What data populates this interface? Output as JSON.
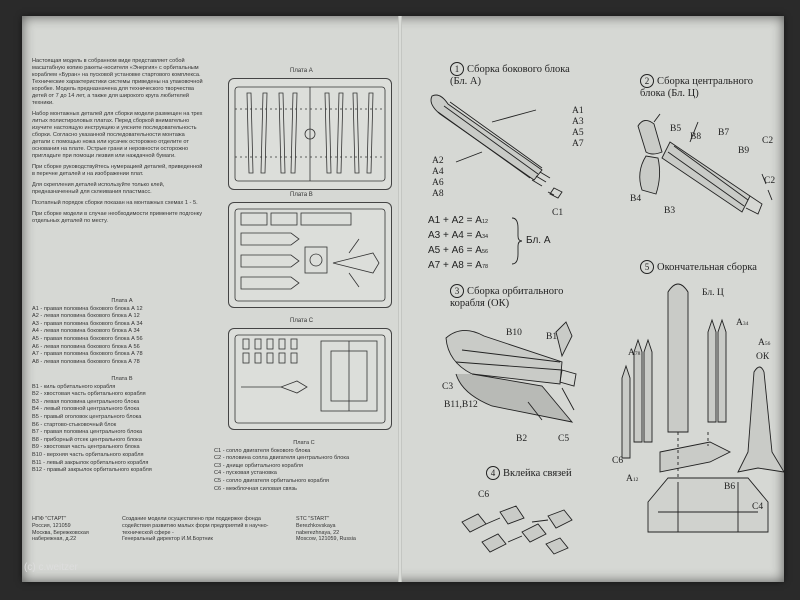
{
  "left": {
    "intro": [
      "Настоящая модель в собранном виде представляет собой масштабную копию ракеты-носителя «Энергия» с орбитальным кораблем «Буран» на пусковой установке стартового комплекса. Технические характеристики системы приведены на упаковочной коробке. Модель предназначена для технического творчества детей от 7 до 14 лет, а также для широкого круга любителей техники.",
      "Набор монтажных деталей для сборки модели размещен на трех литых полистироловых платах. Перед сборкой внимательно изучите настоящую инструкцию и уясните последовательность сборки. Согласно указанной последовательности монтажа детали с помощью ножа или кусачек осторожно отделите от основания на плате. Острые грани и неровности осторожно пригладьте при помощи лезвия или наждачной бумаги.",
      "При сборке руководствуйтесь нумерацией деталей, приведенной в перечне деталей и на изображении плат.",
      "Для скрепления деталей используйте только клей, предназначенный для склеивания пластмасс.",
      "Поэтапный порядок сборки показан на монтажных схемах 1 - 5.",
      "При сборке модели в случае необходимости примените подгонку отдельных деталей по месту."
    ],
    "plate_a_title": "Плата А",
    "plate_b_title": "Плата В",
    "plate_c_title": "Плата С",
    "list_a_header": "Плата А",
    "list_a": [
      "А1 - правая половина бокового блока А 12",
      "А2 - левая половина бокового блока А 12",
      "А3 - правая половина бокового блока А 34",
      "А4 - левая половина бокового блока А 34",
      "А5 - правая половина бокового блока А 56",
      "А6 - левая половина бокового блока А 56",
      "А7 - правая половина бокового блока А 78",
      "А8 - левая половина бокового блока А 78"
    ],
    "list_b_header": "Плата В",
    "list_b": [
      "В1 - киль орбитального корабля",
      "В2 - хвостовая часть орбитального корабля",
      "В3 - левая половина центрального блока",
      "В4 - левый головной центрального блока",
      "В5 - правый оголовок центрального блока",
      "В6 - стартово-стыковочный блок",
      "В7 - правая половина центрального блока",
      "В8 - приборный отсек центрального блока",
      "В9 - хвостовая часть центрального блока",
      "В10 - верхняя часть орбитального корабля",
      "В11 - левый закрылок орбитального корабля",
      "В12 - правый закрылок орбитального корабля"
    ],
    "list_c_header": "Плата С",
    "list_c": [
      "С1 - сопло двигателя бокового блока",
      "С2 - половина сопла двигателя центрального блока",
      "С3 - днище орбитального корабля",
      "С4 - пусковая установка",
      "С5 - сопло двигателя орбитального корабля",
      "С6 - межблочная силовая связь"
    ],
    "footer_left": [
      "НПФ \"СТАРТ\"",
      "Россия, 121059",
      "Москва, Бережковская",
      "набережная, д.22"
    ],
    "footer_mid": [
      "Создание модели осуществлено при поддержке фонда содействия развитию малых форм предприятий в научно-технической сфере -",
      "Генеральный директор  И.М.Бортник"
    ],
    "footer_right": [
      "STC \"START\"",
      "Berezhkovskaya",
      "naberezhnaya, 22",
      "Moscow, 121059, Russia"
    ]
  },
  "right": {
    "step1_num": "1",
    "step1_title": "Сборка бокового блока (Бл. А)",
    "step1_labels_right": [
      "А1",
      "А3",
      "А5",
      "А7"
    ],
    "step1_labels_left": [
      "А2",
      "А4",
      "А6",
      "А8"
    ],
    "step1_c1": "С1",
    "formula": [
      "А1 + А2 = А",
      "А3 + А4 = А",
      "А5 + А6 = А",
      "А7 + А8 = А"
    ],
    "formula_subs": [
      "12",
      "34",
      "56",
      "78"
    ],
    "formula_result": "Бл. А",
    "step2_num": "2",
    "step2_title": "Сборка центрального блока (Бл. Ц)",
    "step2_labels": [
      "В5",
      "В8",
      "В7",
      "С2",
      "В9",
      "С2",
      "В4",
      "В3"
    ],
    "step3_num": "3",
    "step3_title": "Сборка орбитального корабля (ОК)",
    "step3_labels": [
      "В10",
      "В1",
      "С3",
      "В11,В12",
      "В2",
      "С5"
    ],
    "step4_num": "4",
    "step4_title": "Вклейка связей",
    "step4_labels": [
      "С6"
    ],
    "step5_num": "5",
    "step5_title": "Окончательная сборка",
    "step5_labels": [
      "Бл. Ц",
      "А",
      "А",
      "А",
      "ОК",
      "С6",
      "А",
      "В6",
      "С4"
    ],
    "step5_subs": [
      "34",
      "56",
      "78",
      "12"
    ]
  },
  "watermark": "(c) c.weitzer",
  "colors": {
    "paper": "#d6d8d4",
    "ink": "#222222",
    "background": "#2a2a2a"
  }
}
